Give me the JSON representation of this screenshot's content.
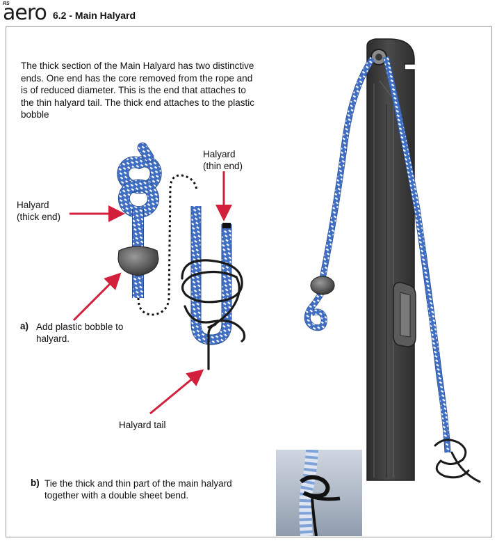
{
  "header": {
    "brand_small": "RS",
    "brand_word": "aero",
    "section_title": "6.2 - Main Halyard"
  },
  "intro": {
    "text": "The thick section of the Main Halyard has two distinctive ends. One end has the core removed from the rope and is of reduced diameter. This is the end that attaches to the thin halyard tail. The thick end attaches to the plastic bobble"
  },
  "labels": {
    "halyard_thin_line1": "Halyard",
    "halyard_thin_line2": "(thin end)",
    "halyard_thick_line1": "Halyard",
    "halyard_thick_line2": "(thick end)",
    "halyard_tail": "Halyard tail"
  },
  "steps": [
    {
      "letter": "a)",
      "line1": "Add plastic bobble to",
      "line2": "halyard."
    },
    {
      "letter": "b)",
      "line1": "Tie the thick and thin part of the main halyard",
      "line2": "together with a double sheet bend."
    }
  ],
  "colors": {
    "rope_blue": "#3f6ec2",
    "rope_fleck": "#ffffff",
    "arrow_red": "#d21f3c",
    "mast_dark": "#3b3b3b",
    "bobble_grey": "#6b6b6b",
    "tail_black": "#1a1a1a"
  },
  "icons": {
    "bobble": "plastic-bobble-icon",
    "mast": "mast-icon",
    "cleat": "cleat-icon"
  }
}
